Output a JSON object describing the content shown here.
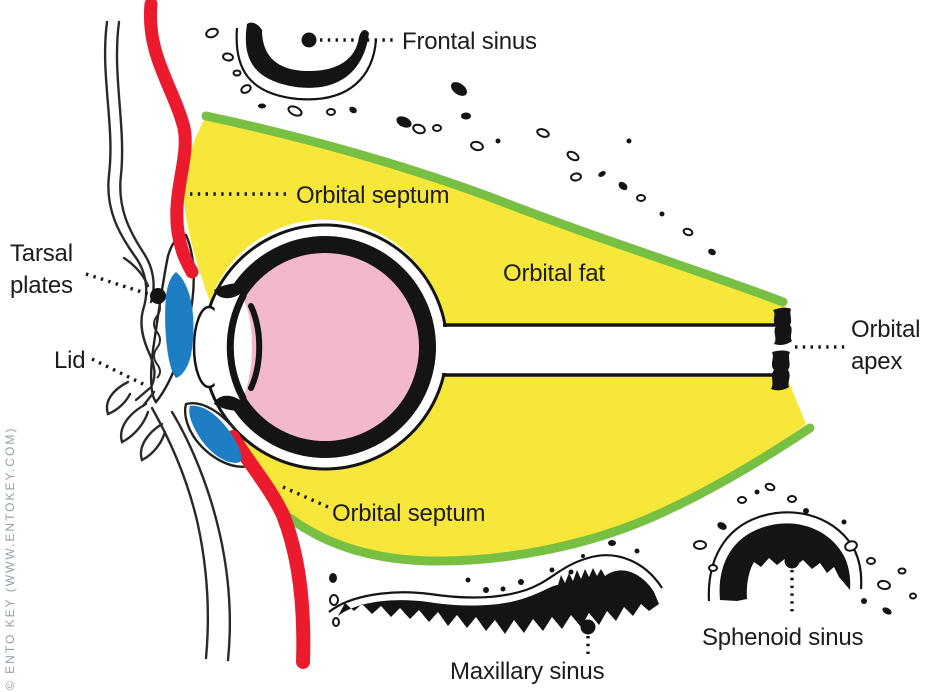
{
  "diagram": {
    "credit": "© ENTO KEY (WWW.ENTOKEY.COM)",
    "labels": {
      "frontal_sinus": "Frontal sinus",
      "orbital_septum_upper": "Orbital septum",
      "orbital_fat": "Orbital fat",
      "tarsal_plates_line1": "Tarsal",
      "tarsal_plates_line2": "plates",
      "lid": "Lid",
      "orbital_apex_line1": "Orbital",
      "orbital_apex_line2": "apex",
      "orbital_septum_lower": "Orbital septum",
      "maxillary_sinus": "Maxillary sinus",
      "sphenoid_sinus": "Sphenoid sinus"
    },
    "colors": {
      "background": "#FFFFFF",
      "fat_yellow": "#F8E73B",
      "periosteum_green": "#77C043",
      "septum_red": "#EB1B2D",
      "tarsal_blue": "#1E7EC4",
      "globe_pink": "#F2B9CB",
      "bone_black": "#141414",
      "label_text": "#1C1C1C",
      "credit_gray": "#8FA0AC"
    }
  }
}
